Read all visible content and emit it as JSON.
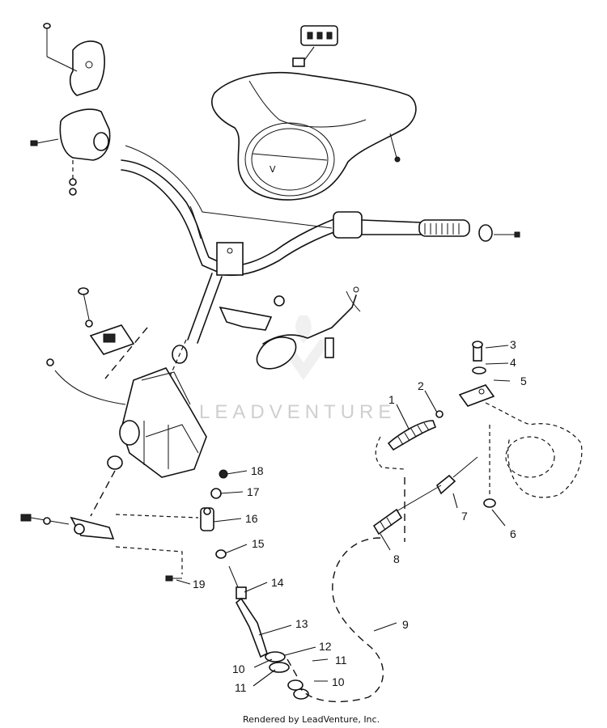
{
  "diagram": {
    "callouts": [
      "1",
      "2",
      "3",
      "4",
      "5",
      "6",
      "7",
      "8",
      "9",
      "10",
      "11",
      "12",
      "13",
      "14",
      "15",
      "16",
      "17",
      "18",
      "19",
      "10",
      "11",
      "10",
      "11"
    ],
    "watermark": "LEADVENTURE",
    "credit": "Rendered by LeadVenture, Inc."
  }
}
